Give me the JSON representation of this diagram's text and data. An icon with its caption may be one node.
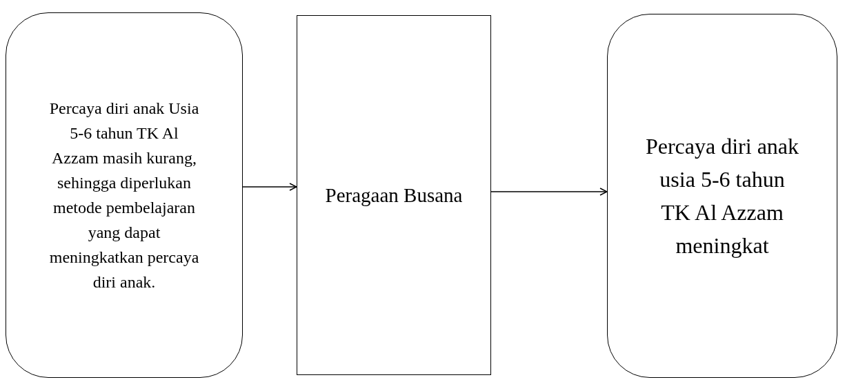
{
  "diagram": {
    "nodes": [
      {
        "text": [
          "Percaya diri anak Usia 5-6 tahun TK Al Azzam masih kurang, sehingga diperlukan metode pembelajaran yang dapat meningkatkan percaya diri anak."
        ]
      },
      {
        "text": [
          "Peragaan Busana"
        ]
      },
      {
        "text": [
          "Percaya diri anak usia 5-6 tahun TK Al Azzam meningkat"
        ]
      }
    ],
    "edges": [
      {
        "from": 0,
        "to": 1,
        "arrow": "to"
      },
      {
        "from": 1,
        "to": 2,
        "arrow": "to"
      }
    ]
  }
}
